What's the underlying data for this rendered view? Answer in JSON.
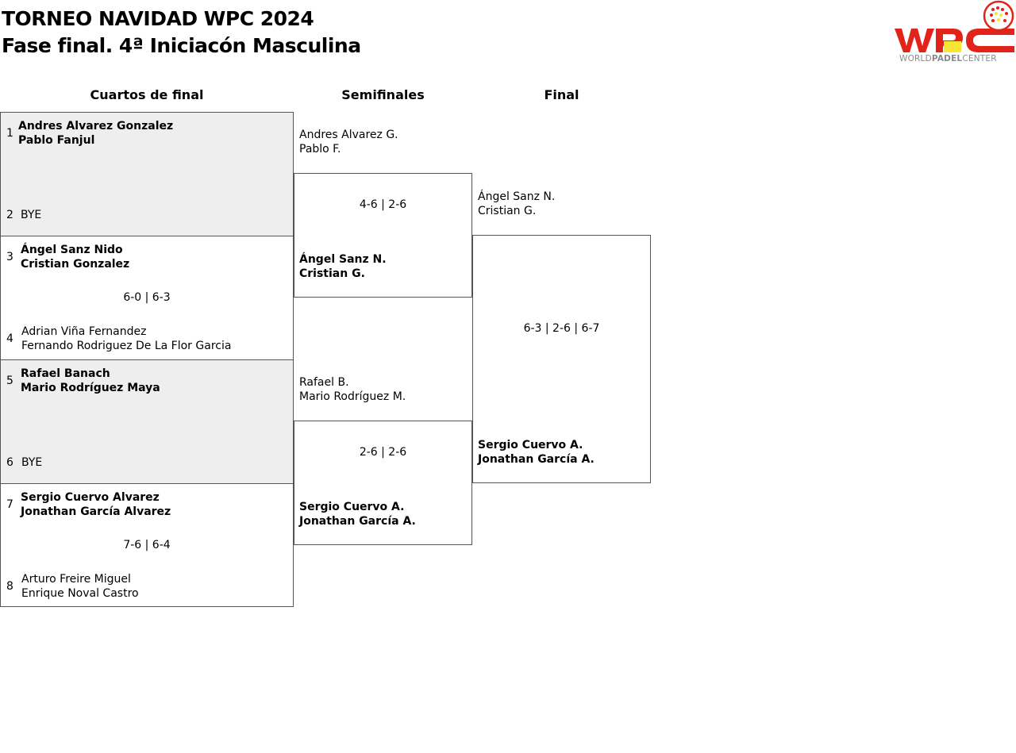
{
  "header": {
    "title": "TORNEO NAVIDAD WPC 2024",
    "subtitle": "Fase final. 4ª Iniciacón Masculina",
    "logo_text": "WORLDPADELCENTER"
  },
  "columns": {
    "quarters": "Cuartos de final",
    "semis": "Semifinales",
    "final": "Final"
  },
  "quarterfinals": [
    {
      "top": {
        "seed": "1",
        "p1": "Andres Alvarez Gonzalez",
        "p2": "Pablo Fanjul"
      },
      "bottom": {
        "seed": "2",
        "p1": "BYE",
        "p2": ""
      },
      "score": ""
    },
    {
      "top": {
        "seed": "3",
        "p1": "Ángel Sanz Nido",
        "p2": "Cristian Gonzalez"
      },
      "bottom": {
        "seed": "4",
        "p1": "Adrian Viña Fernandez",
        "p2": "Fernando Rodriguez De La Flor Garcia"
      },
      "score": "6-0 | 6-3"
    },
    {
      "top": {
        "seed": "5",
        "p1": "Rafael Banach",
        "p2": "Mario Rodríguez Maya"
      },
      "bottom": {
        "seed": "6",
        "p1": "BYE",
        "p2": ""
      },
      "score": ""
    },
    {
      "top": {
        "seed": "7",
        "p1": "Sergio Cuervo Alvarez",
        "p2": "Jonathan García Alvarez"
      },
      "bottom": {
        "seed": "8",
        "p1": "Arturo Freire Miguel",
        "p2": "Enrique Noval Castro"
      },
      "score": "7-6 | 6-4"
    }
  ],
  "semifinals": [
    {
      "top": {
        "p1": "Andres Alvarez G.",
        "p2": "Pablo F."
      },
      "bottom": {
        "p1": "Ángel Sanz N.",
        "p2": "Cristian G."
      },
      "score": "4-6 | 2-6"
    },
    {
      "top": {
        "p1": "Rafael B.",
        "p2": "Mario Rodríguez M."
      },
      "bottom": {
        "p1": "Sergio Cuervo A.",
        "p2": "Jonathan García A."
      },
      "score": "2-6 | 2-6"
    }
  ],
  "final": {
    "top": {
      "p1": "Ángel Sanz N.",
      "p2": "Cristian G."
    },
    "bottom": {
      "p1": "Sergio Cuervo A.",
      "p2": "Jonathan García A."
    },
    "score": "6-3 | 2-6 | 6-7"
  },
  "colors": {
    "grey_fill": "#eeeeee",
    "logo_red": "#e2231a",
    "logo_yellow": "#f7e733",
    "logo_grey": "#8a8a8a"
  }
}
